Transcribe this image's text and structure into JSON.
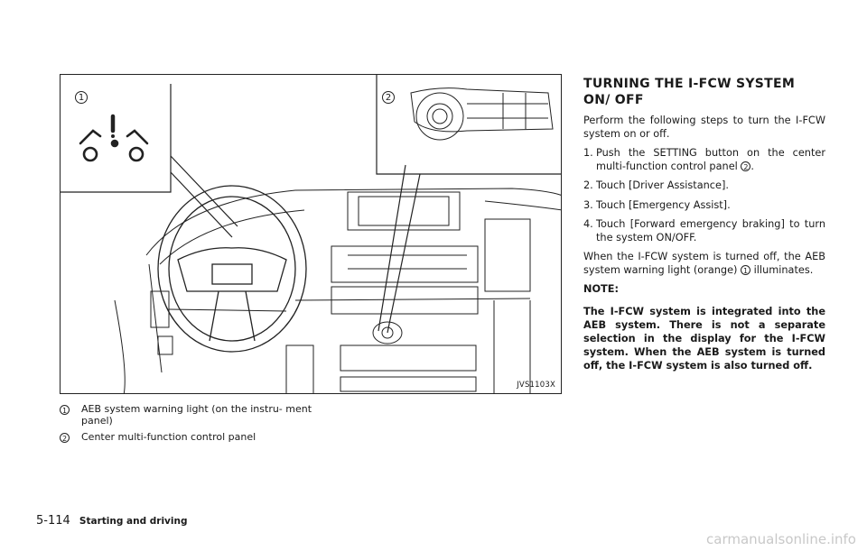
{
  "figure": {
    "callout_1": "1",
    "callout_2": "2",
    "code": "JVS1103X"
  },
  "legend": [
    {
      "num": "1",
      "text": "AEB system warning light (on the instru- ment panel)"
    },
    {
      "num": "2",
      "text": "Center multi-function control panel"
    }
  ],
  "section": {
    "heading": "TURNING THE I-FCW SYSTEM ON/ OFF",
    "intro": "Perform the following steps to turn the I-FCW system on or off.",
    "steps": [
      {
        "num": "1.",
        "text": "Push the SETTING button on the center multi-function control panel",
        "ref": "2",
        "suffix": "."
      },
      {
        "num": "2.",
        "text": "Touch [Driver Assistance]."
      },
      {
        "num": "3.",
        "text": "Touch [Emergency Assist]."
      },
      {
        "num": "4.",
        "text": "Touch [Forward emergency braking] to turn the system ON/OFF."
      }
    ],
    "after_text": "When the I-FCW system is turned off, the AEB system warning light (orange)",
    "after_ref": "1",
    "after_suffix": "illuminates.",
    "note_label": "NOTE:",
    "note_text": "The I-FCW system is integrated into the AEB system. There is not a separate selection in the display for the I-FCW system. When the AEB system is turned off, the I-FCW system is also turned off."
  },
  "footer": {
    "page": "5-114",
    "section": "Starting and driving"
  },
  "watermark": "carmanualsonline.info"
}
